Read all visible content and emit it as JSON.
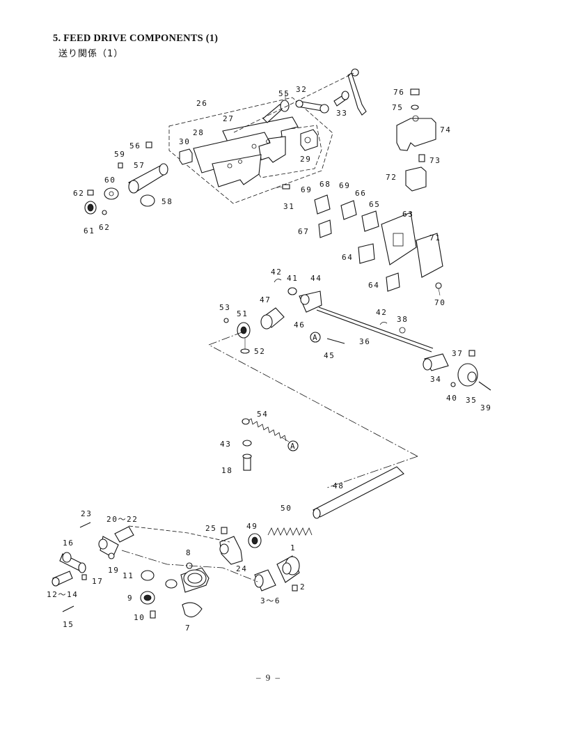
{
  "header": {
    "title": "5. FEED DRIVE COMPONENTS (1)",
    "subtitle": "送り関係（1）"
  },
  "footer": {
    "page_number": "– 9 –"
  },
  "diagram": {
    "callouts": [
      {
        "id": "c1",
        "text": "1"
      },
      {
        "id": "c2",
        "text": "2"
      },
      {
        "id": "c3",
        "text": "3～6"
      },
      {
        "id": "c7",
        "text": "7"
      },
      {
        "id": "c8",
        "text": "8"
      },
      {
        "id": "c9",
        "text": "9"
      },
      {
        "id": "c10",
        "text": "10"
      },
      {
        "id": "c11",
        "text": "11"
      },
      {
        "id": "c12",
        "text": "12～14"
      },
      {
        "id": "c15",
        "text": "15"
      },
      {
        "id": "c16",
        "text": "16"
      },
      {
        "id": "c17",
        "text": "17"
      },
      {
        "id": "c18",
        "text": "18"
      },
      {
        "id": "c19",
        "text": "19"
      },
      {
        "id": "c20",
        "text": "20～22"
      },
      {
        "id": "c23",
        "text": "23"
      },
      {
        "id": "c24",
        "text": "24"
      },
      {
        "id": "c25",
        "text": "25"
      },
      {
        "id": "c26",
        "text": "26"
      },
      {
        "id": "c27",
        "text": "27"
      },
      {
        "id": "c28",
        "text": "28"
      },
      {
        "id": "c29",
        "text": "29"
      },
      {
        "id": "c30",
        "text": "30"
      },
      {
        "id": "c31",
        "text": "31"
      },
      {
        "id": "c32",
        "text": "32"
      },
      {
        "id": "c33",
        "text": "33"
      },
      {
        "id": "c34",
        "text": "34"
      },
      {
        "id": "c35",
        "text": "35"
      },
      {
        "id": "c36",
        "text": "36"
      },
      {
        "id": "c37",
        "text": "37"
      },
      {
        "id": "c38",
        "text": "38"
      },
      {
        "id": "c39",
        "text": "39"
      },
      {
        "id": "c40",
        "text": "40"
      },
      {
        "id": "c41",
        "text": "41"
      },
      {
        "id": "c42a",
        "text": "42"
      },
      {
        "id": "c42b",
        "text": "42"
      },
      {
        "id": "c43",
        "text": "43"
      },
      {
        "id": "c44",
        "text": "44"
      },
      {
        "id": "c45",
        "text": "45"
      },
      {
        "id": "c46",
        "text": "46"
      },
      {
        "id": "c47",
        "text": "47"
      },
      {
        "id": "c48",
        "text": "48"
      },
      {
        "id": "c49",
        "text": "49"
      },
      {
        "id": "c50",
        "text": "50"
      },
      {
        "id": "c51",
        "text": "51"
      },
      {
        "id": "c52",
        "text": "52"
      },
      {
        "id": "c53",
        "text": "53"
      },
      {
        "id": "c54",
        "text": "54"
      },
      {
        "id": "c55",
        "text": "55"
      },
      {
        "id": "c56",
        "text": "56"
      },
      {
        "id": "c57",
        "text": "57"
      },
      {
        "id": "c58",
        "text": "58"
      },
      {
        "id": "c59",
        "text": "59"
      },
      {
        "id": "c60",
        "text": "60"
      },
      {
        "id": "c61",
        "text": "61"
      },
      {
        "id": "c62a",
        "text": "62"
      },
      {
        "id": "c62b",
        "text": "62"
      },
      {
        "id": "c63",
        "text": "63"
      },
      {
        "id": "c64a",
        "text": "64"
      },
      {
        "id": "c64b",
        "text": "64"
      },
      {
        "id": "c65",
        "text": "65"
      },
      {
        "id": "c66",
        "text": "66"
      },
      {
        "id": "c67",
        "text": "67"
      },
      {
        "id": "c68",
        "text": "68"
      },
      {
        "id": "c69a",
        "text": "69"
      },
      {
        "id": "c69b",
        "text": "69"
      },
      {
        "id": "c70",
        "text": "70"
      },
      {
        "id": "c71",
        "text": "71"
      },
      {
        "id": "c72",
        "text": "72"
      },
      {
        "id": "c73",
        "text": "73"
      },
      {
        "id": "c74",
        "text": "74"
      },
      {
        "id": "c75",
        "text": "75"
      },
      {
        "id": "c76",
        "text": "76"
      }
    ],
    "ref_markers": [
      {
        "id": "mA1",
        "text": "A"
      },
      {
        "id": "mA2",
        "text": "A"
      }
    ]
  }
}
